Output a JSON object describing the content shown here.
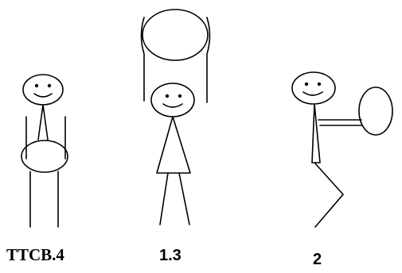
{
  "figures": [
    {
      "label": "TTCB.4"
    },
    {
      "label": "1.3"
    },
    {
      "label": "2"
    }
  ]
}
